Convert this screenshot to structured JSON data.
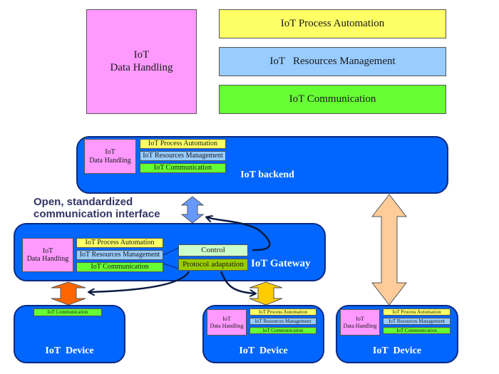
{
  "legend": {
    "data_handling": "IoT\nData Handling",
    "process_automation": "IoT Process Automation",
    "resources_management": "IoT   Resources Management",
    "communication": "IoT Communication"
  },
  "backend": {
    "title": "IoT backend",
    "data_handling": "IoT\nData Handling",
    "process_automation": "IoT Process Automation",
    "resources_management": "IoT Resources Management",
    "communication": "IoT Communication"
  },
  "interface_label": "Open, standardized\ncommunication interface",
  "gateway": {
    "title": "IoT Gateway",
    "data_handling": "IoT\nData Handling",
    "process_automation": "IoT Process Automation",
    "resources_management": "IoT Resources Management",
    "communication": "IoT Communication",
    "control": "Control",
    "protocol_adaptation": "Protocol adaptation"
  },
  "devices": [
    {
      "title": "IoT  Device",
      "communication": "IoT Communication"
    },
    {
      "title": "IoT  Device",
      "data_handling": "IoT\nData Handling",
      "process_automation": "IoT Process Automation",
      "resources_management": "IoT Resources Management",
      "communication": "IoT Communication"
    },
    {
      "title": "IoT  Device",
      "data_handling": "IoT\nData Handling",
      "process_automation": "IoT Process Automation",
      "resources_management": "IoT Resources Management",
      "communication": "IoT Communication"
    }
  ],
  "colors": {
    "panel": "#0066ff",
    "data_handling": "#ff99ff",
    "process_automation": "#ffff66",
    "resources_management": "#99ccff",
    "communication": "#66ff33",
    "control": "#ccffcc",
    "protocol_adaptation": "#99cc00",
    "arrow_interface": "#6699ff",
    "arrow_device1": "#ff6600",
    "arrow_device2": "#ffcc00",
    "arrow_device3": "#ffcc99"
  }
}
